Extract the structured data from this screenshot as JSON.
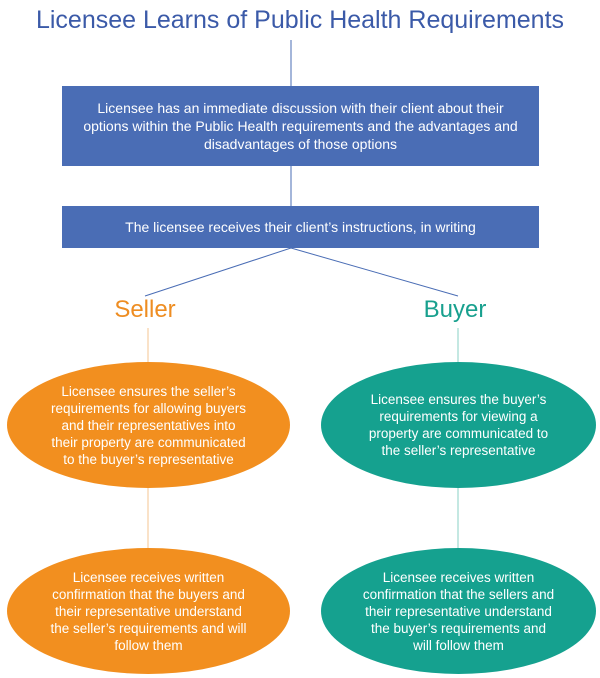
{
  "title": "Licensee Learns of Public Health Requirements",
  "step1": "Licensee has an immediate discussion with their client about their options within the Public Health requirements and the advantages and disadvantages of those options",
  "step2": "The licensee receives their client’s instructions, in writing",
  "seller": {
    "label": "Seller",
    "step1": "Licensee ensures the seller’s requirements for allowing buyers and their representatives into their property are communicated to the buyer’s representative",
    "step2": "Licensee receives written confirmation that the buyers and their representative understand the seller’s requirements and will follow them"
  },
  "buyer": {
    "label": "Buyer",
    "step1": "Licensee ensures the buyer’s requirements for viewing a property are communicated to the seller’s representative",
    "step2": "Licensee receives written confirmation that the sellers and their representative understand the buyer’s requirements and will follow them"
  },
  "colors": {
    "title": "#3b5aa8",
    "box": "#4a6db5",
    "seller": "#f28f1f",
    "buyer": "#15a18f"
  }
}
